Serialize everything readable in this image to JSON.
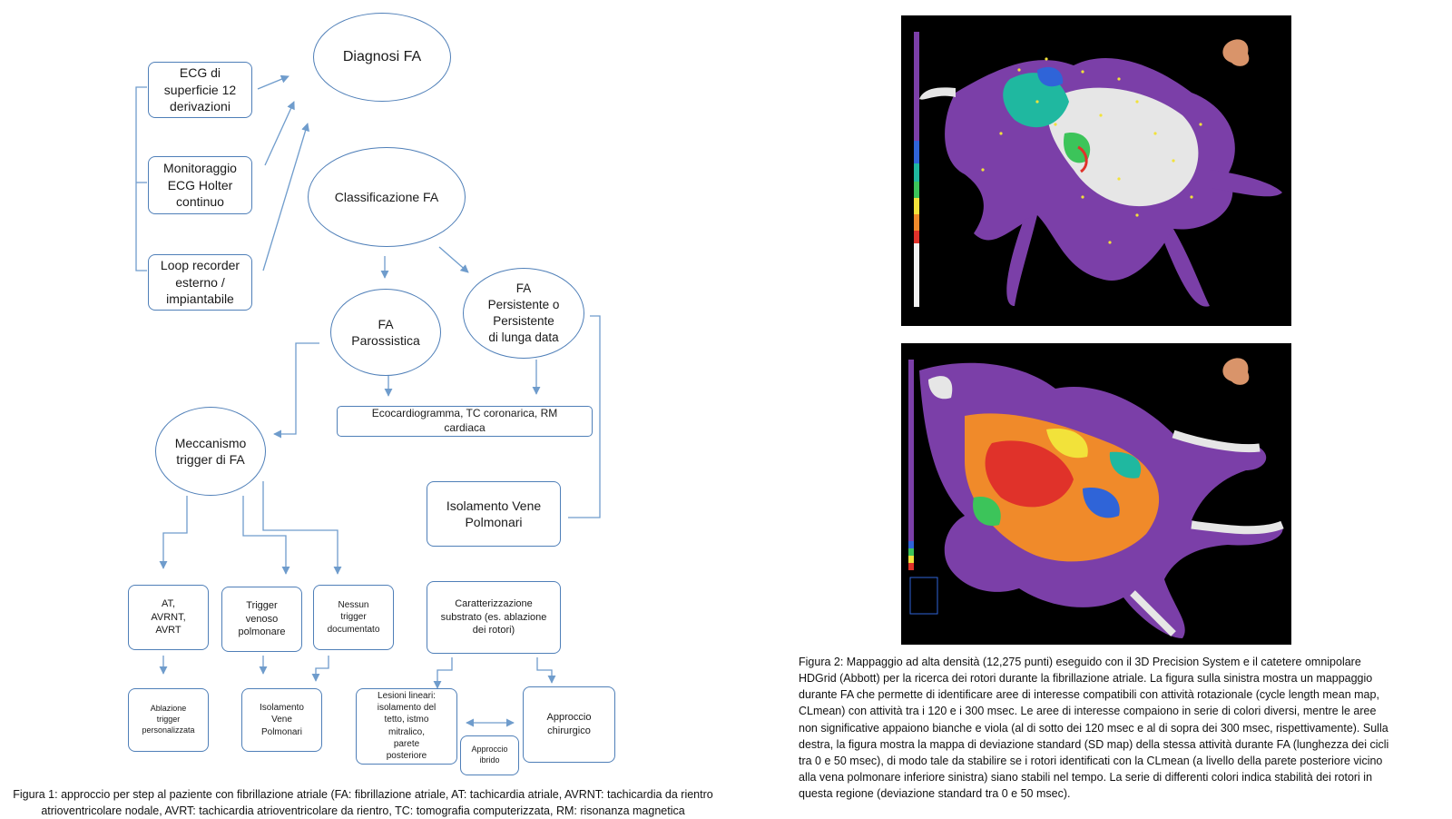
{
  "figure1": {
    "nodes": {
      "diagnosi": "Diagnosi FA",
      "ecg": "ECG di\nsuperficie 12\nderivazioni",
      "holter": "Monitoraggio\nECG Holter\ncontinuo",
      "loop": "Loop recorder\nesterno /\nimpiantabile",
      "classificazione": "Classificazione FA",
      "parossistica": "FA\nParossistica",
      "persistente": "FA\nPersistente o\nPersistente\ndi lunga data",
      "ecocardio": "Ecocardiogramma, TC coronarica, RM\ncardiaca",
      "meccanismo": "Meccanismo\ntrigger di FA",
      "isolamento_vp": "Isolamento Vene\nPolmonari",
      "at_avrnt": "AT,\nAVRNT,\nAVRT",
      "trigger_venoso": "Trigger\nvenoso\npolmonare",
      "nessun_trigger": "Nessun\ntrigger\ndocumentato",
      "caratterizzazione": "Caratterizzazione\nsubstrato (es. ablazione\ndei rotori)",
      "ablazione_trigger": "Ablazione\ntrigger\npersonalizzata",
      "isolamento_vene": "Isolamento\nVene\nPolmonari",
      "lesioni_lineari": "Lesioni lineari:\nisolamento del\ntetto, istmo\nmitralico,\nparete\nposteriore",
      "approccio_ibrido": "Approccio\nibrido",
      "approccio_chirurgico": "Approccio\nchirurgico"
    },
    "caption": "Figura 1: approccio per step al paziente con fibrillazione atriale (FA: fibrillazione atriale, AT: tachicardia atriale, AVRNT: tachicardia da rientro\natrioventricolare nodale, AVRT: tachicardia atrioventricolare da rientro, TC: tomografia computerizzata, RM: risonanza magnetica"
  },
  "figure2": {
    "caption": "Figura 2: Mappaggio ad alta densità (12,275 punti) eseguido con il 3D Precision System e il catetere omnipolare HDGrid (Abbott) per la ricerca dei rotori durante la fibrillazione atriale. La figura sulla sinistra mostra un mappaggio durante FA che permette di identificare aree di interesse compatibili con attività rotazionale (cycle length mean map, CLmean) con attività tra i 120 e i 300 msec. Le aree di interesse compaiono in serie di colori diversi, mentre le aree non significative appaiono bianche e viola (al di sotto dei 120 msec e al di sopra dei 300 msec, rispettivamente). Sulla destra, la figura mostra la mappa di deviazione standard (SD map) della stessa attività durante FA (lunghezza dei cicli tra 0 e 50 msec), di modo tale da stabilire se i rotori identificati con la CLmean (a livello della parete posteriore vicino alla vena polmonare inferiore sinistra) siano stabili nel tempo. La serie di differenti colori indica stabilità dei rotori in questa regione (deviazione standard tra 0 e 50 msec)."
  },
  "colors": {
    "box_border": "#4f7fb8",
    "arrow": "#6f9ccc",
    "map_background": "#000000",
    "map_purple": "#7b3fa8",
    "map_white": "#e6e6e6",
    "map_teal": "#1fb8a0",
    "map_yellow": "#f2e23a",
    "map_red": "#e0322a",
    "map_orange": "#f08a2a",
    "map_green": "#3cc45a",
    "map_blue": "#2f64d8"
  }
}
